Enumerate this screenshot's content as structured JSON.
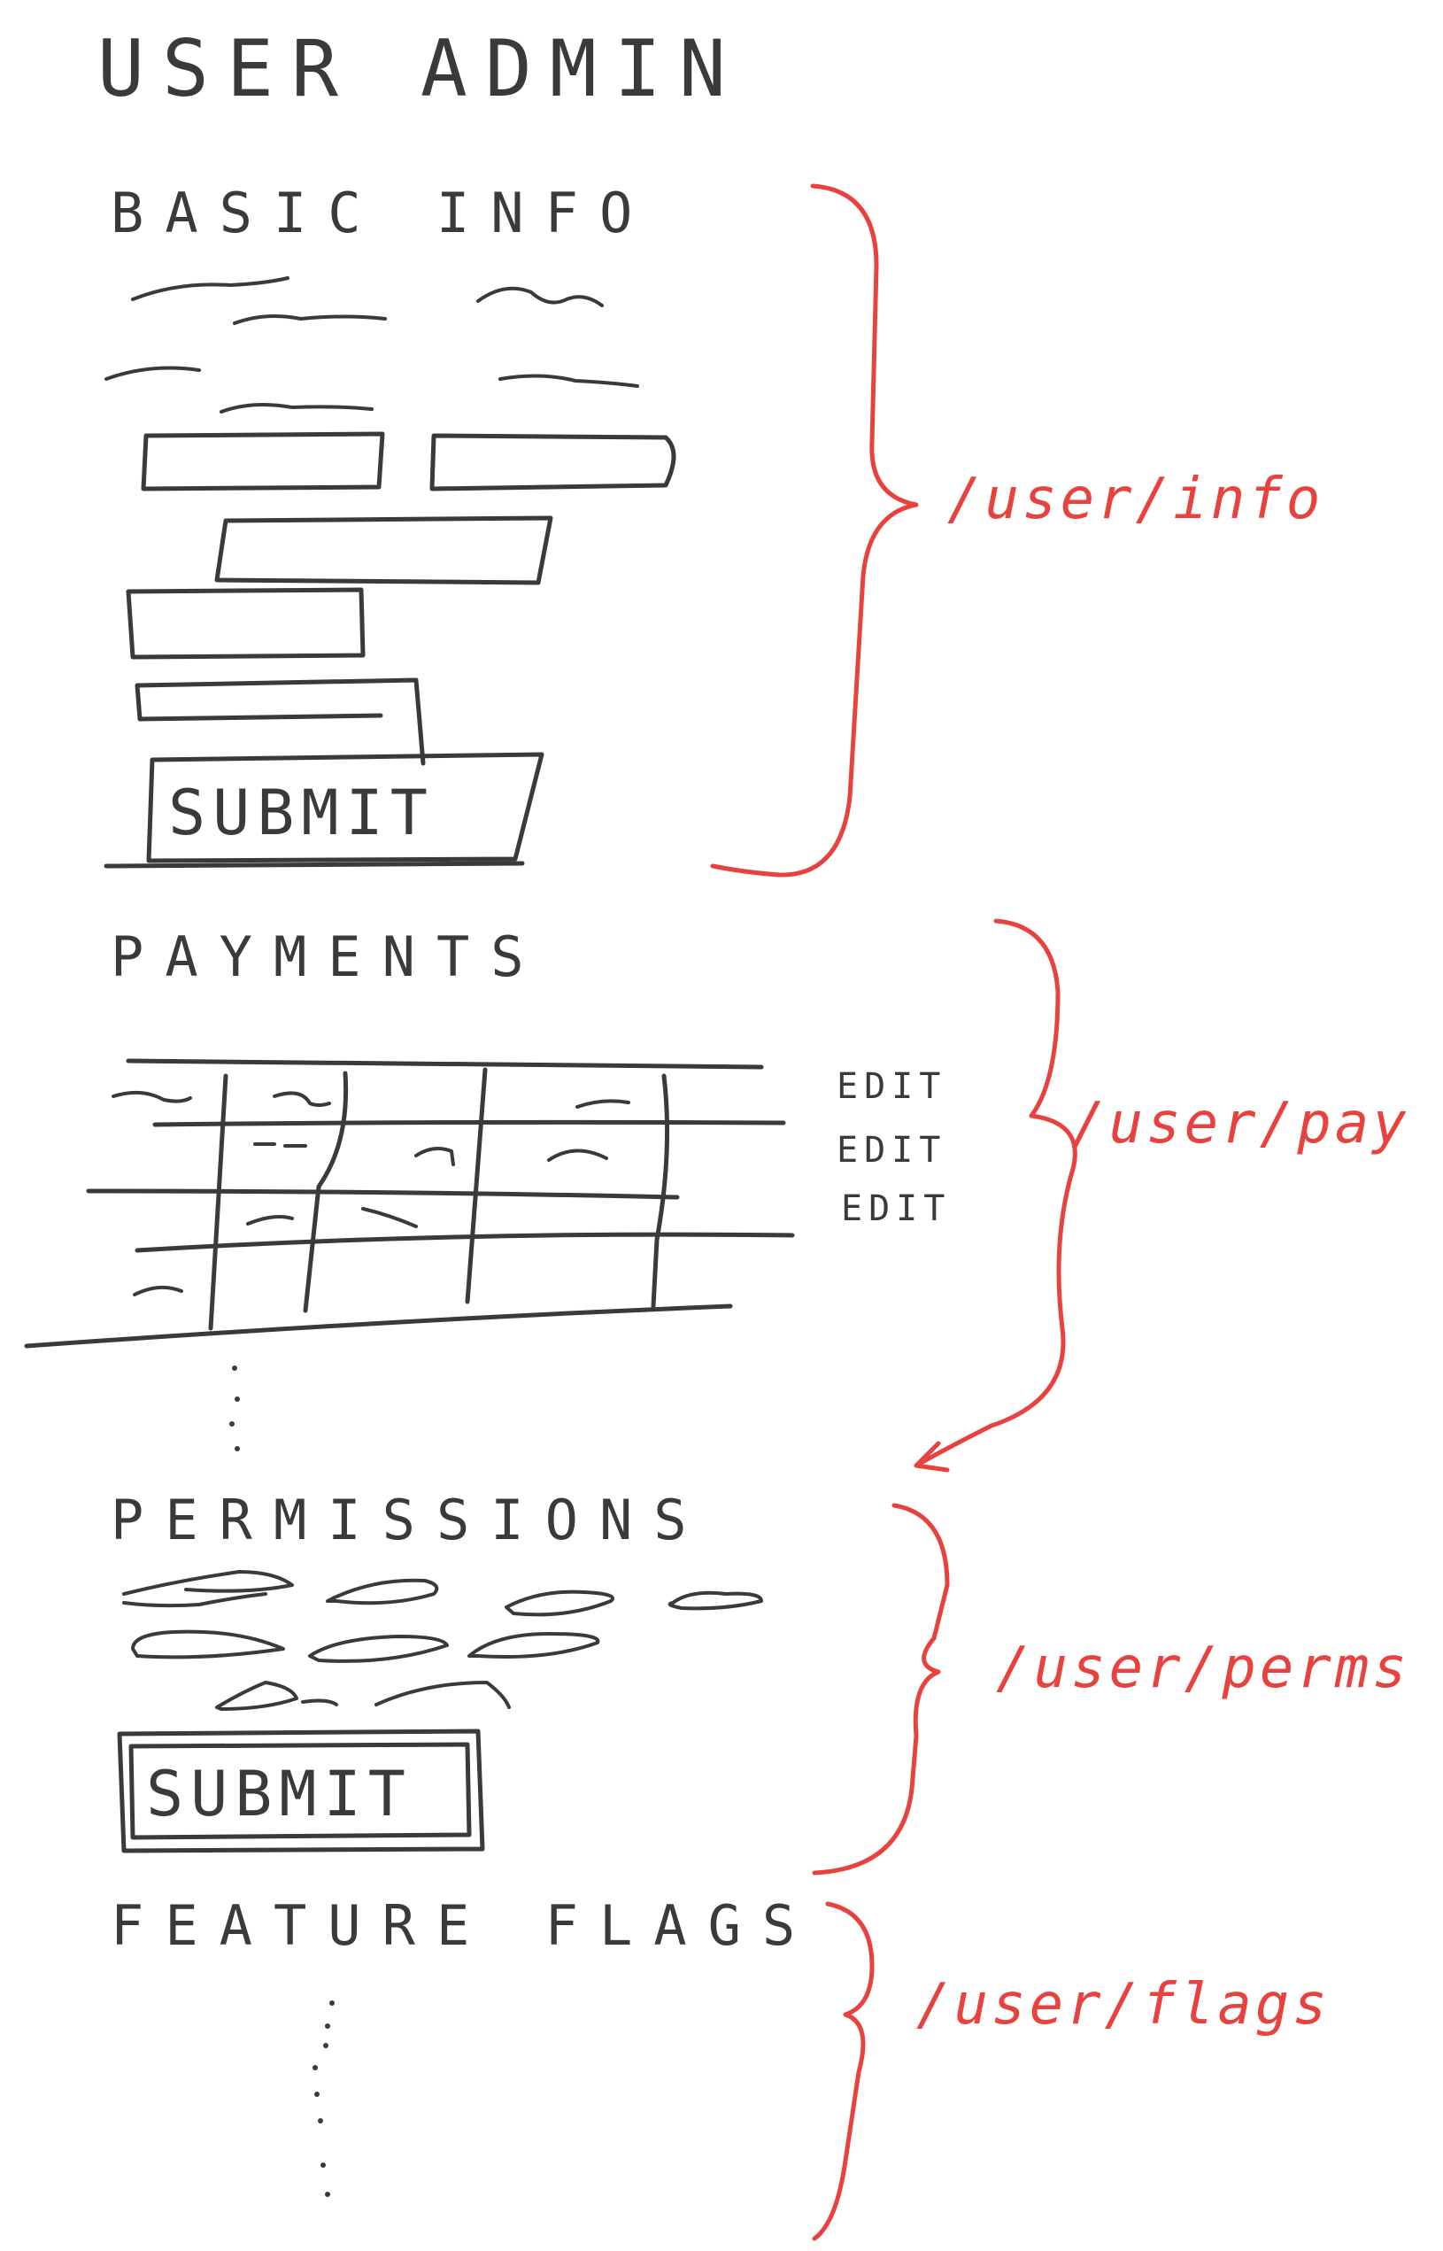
{
  "title": "USER ADMIN",
  "sections": {
    "basic_info": {
      "heading": "BASIC INFO",
      "submit_label": "SUBMIT",
      "route": "/user/info"
    },
    "payments": {
      "heading": "PAYMENTS",
      "edit_labels": [
        "EDIT",
        "EDIT",
        "EDIT"
      ],
      "route": "/user/pay"
    },
    "permissions": {
      "heading": "PERMISSIONS",
      "submit_label": "SUBMIT",
      "route": "/user/perms"
    },
    "feature_flags": {
      "heading": "FEATURE FLAGS",
      "route": "/user/flags"
    }
  },
  "colors": {
    "ink": "#3a3a3a",
    "annotation": "#e8423f",
    "background": "#ffffff"
  }
}
